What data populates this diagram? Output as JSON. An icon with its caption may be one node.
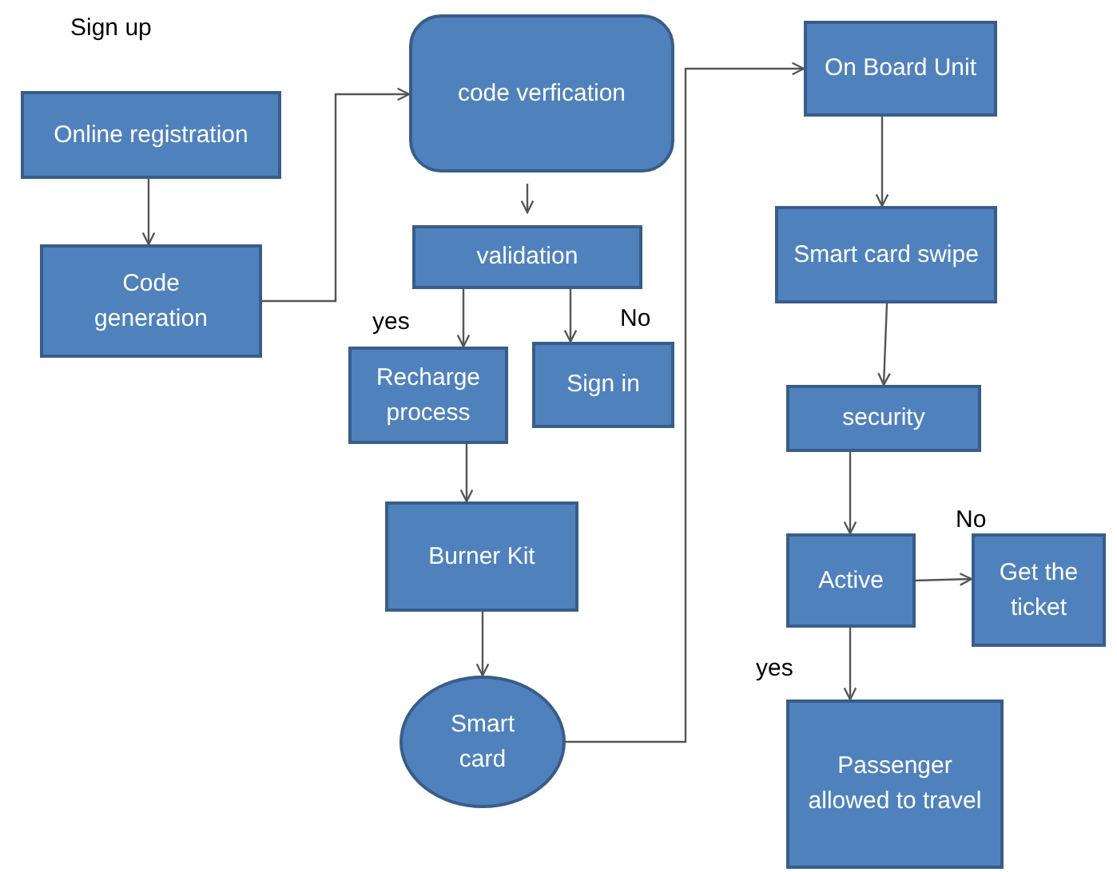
{
  "diagram": {
    "nodes": [
      {
        "text": [
          "Online registration"
        ]
      },
      {
        "text": [
          "Code generation"
        ]
      },
      {
        "text": [
          "code verfication"
        ]
      },
      {
        "text": [
          "validation"
        ]
      },
      {
        "text": [
          "Recharge process"
        ]
      },
      {
        "text": [
          "Sign in"
        ]
      },
      {
        "text": [
          "Burner Kit"
        ]
      },
      {
        "text": [
          "Smart card"
        ]
      },
      {
        "text": [
          "On Board Unit"
        ]
      },
      {
        "text": [
          "Smart card swipe"
        ]
      },
      {
        "text": [
          "security"
        ]
      },
      {
        "text": [
          "Active"
        ]
      },
      {
        "text": [
          "Get the ticket"
        ]
      },
      {
        "text": [
          "Passenger allowed to travel"
        ]
      }
    ],
    "edges": [
      {
        "from": 0,
        "to": 1,
        "arrow": "to"
      },
      {
        "from": 1,
        "to": 2,
        "arrow": "to"
      },
      {
        "from": 2,
        "to": 3,
        "arrow": "to"
      },
      {
        "from": 3,
        "to": 4,
        "arrow": "to",
        "label": "yes"
      },
      {
        "from": 3,
        "to": 5,
        "arrow": "to",
        "label": "No"
      },
      {
        "from": 4,
        "to": 6,
        "arrow": "to"
      },
      {
        "from": 6,
        "to": 7,
        "arrow": "to"
      },
      {
        "from": 7,
        "to": 8,
        "arrow": "to"
      },
      {
        "from": 8,
        "to": 9,
        "arrow": "to"
      },
      {
        "from": 9,
        "to": 10,
        "arrow": "to"
      },
      {
        "from": 10,
        "to": 11,
        "arrow": "to"
      },
      {
        "from": 11,
        "to": 12,
        "arrow": "to",
        "label": "No"
      },
      {
        "from": 11,
        "to": 13,
        "arrow": "to",
        "label": "yes"
      }
    ],
    "labels": [
      "Sign up"
    ]
  }
}
